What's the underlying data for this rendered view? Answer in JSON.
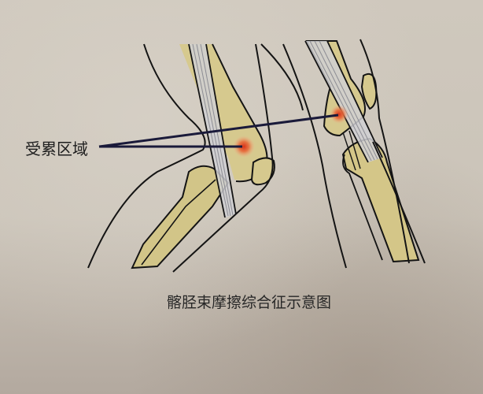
{
  "diagram": {
    "title": "髂胫束摩擦综合征示意图",
    "annotation_label": "受累区域",
    "panels": [
      {
        "name": "knee-flexed",
        "description": "Bent knee side view showing iliotibial band over lateral femoral condyle"
      },
      {
        "name": "knee-extended",
        "description": "Straighter knee view showing iliotibial band crossing lateral femoral epicondyle"
      }
    ],
    "colors": {
      "background": "#cdc6bb",
      "bone_fill": "#d4c68a",
      "outline": "#141414",
      "leader_line": "#1a1a3a",
      "inflammation": "#e04a2a",
      "tendon": "#c9c9cc"
    }
  }
}
